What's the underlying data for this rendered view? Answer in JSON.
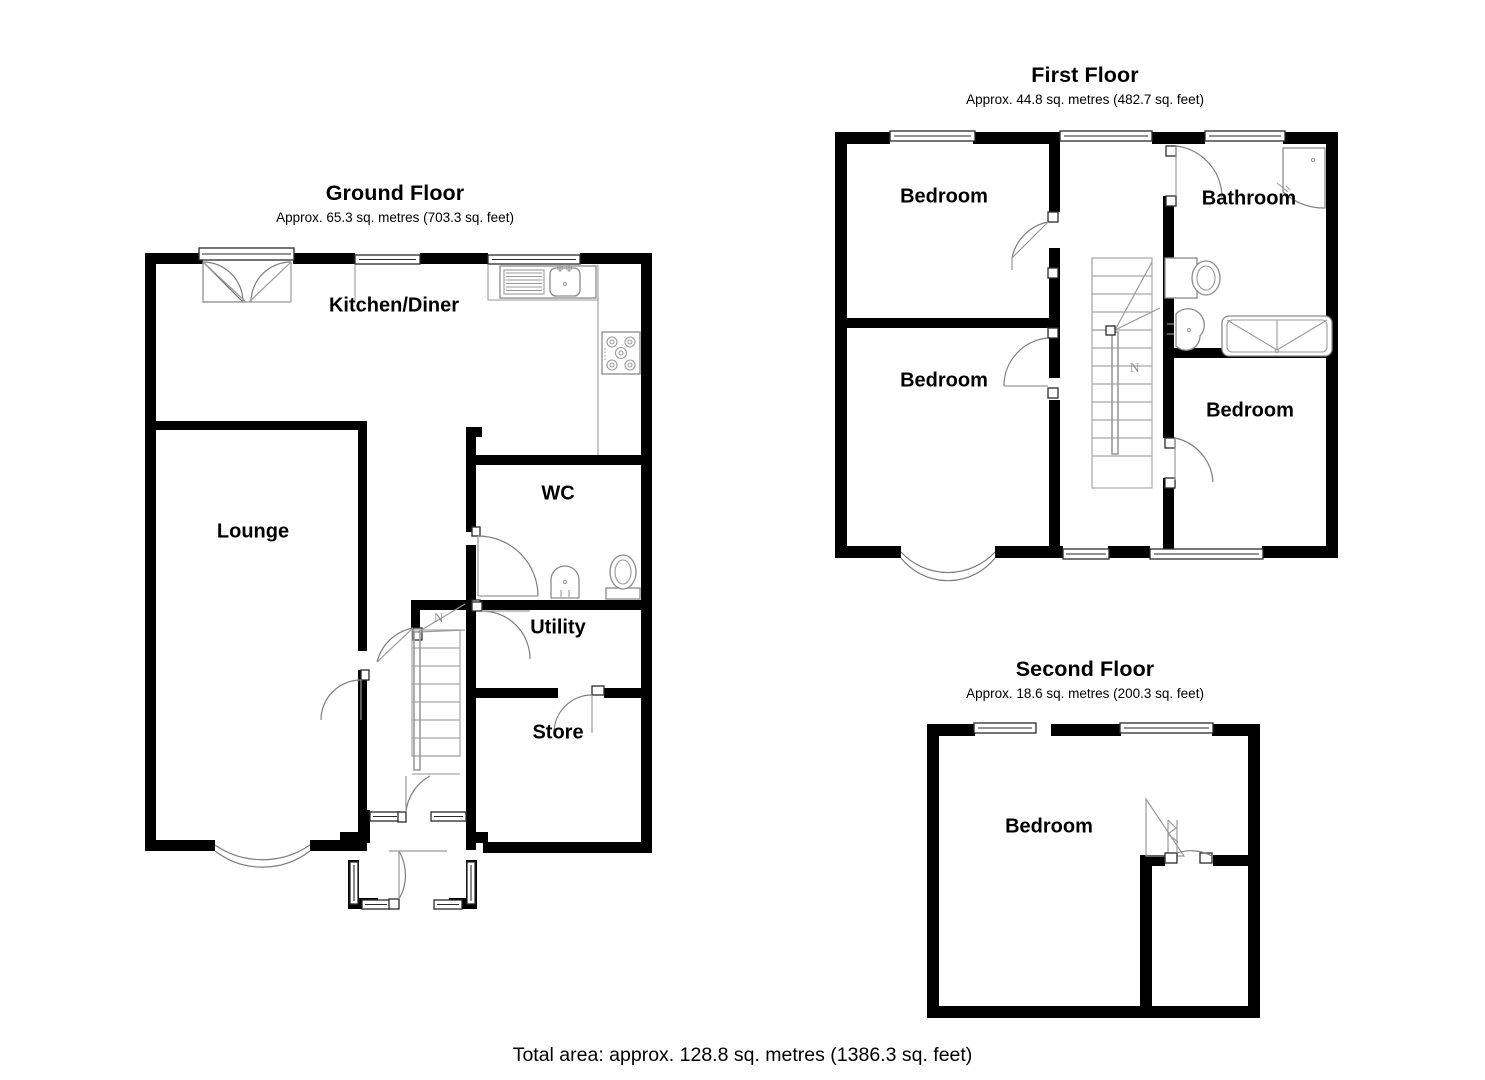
{
  "document": {
    "type": "floor-plan",
    "total_area": "Total area: approx. 128.8 sq. metres (1386.3 sq. feet)"
  },
  "floors": [
    {
      "id": "ground",
      "title": "Ground Floor",
      "subtitle": "Approx. 65.3 sq. metres (703.3 sq. feet)",
      "rooms": [
        {
          "name": "Kitchen/Diner",
          "label": "Kitchen/Diner"
        },
        {
          "name": "Lounge",
          "label": "Lounge"
        },
        {
          "name": "WC",
          "label": "WC"
        },
        {
          "name": "Utility",
          "label": "Utility"
        },
        {
          "name": "Store",
          "label": "Store"
        }
      ]
    },
    {
      "id": "first",
      "title": "First Floor",
      "subtitle": "Approx. 44.8 sq. metres (482.7 sq. feet)",
      "rooms": [
        {
          "name": "Bedroom",
          "label": "Bedroom"
        },
        {
          "name": "Bathroom",
          "label": "Bathroom"
        },
        {
          "name": "Bedroom",
          "label": "Bedroom"
        },
        {
          "name": "Bedroom",
          "label": "Bedroom"
        }
      ]
    },
    {
      "id": "second",
      "title": "Second Floor",
      "subtitle": "Approx. 18.6 sq. metres (200.3 sq. feet)",
      "rooms": [
        {
          "name": "Bedroom",
          "label": "Bedroom"
        }
      ]
    }
  ],
  "labels": {
    "ground": {
      "kitchen_diner": "Kitchen/Diner",
      "lounge": "Lounge",
      "wc": "WC",
      "utility": "Utility",
      "store": "Store"
    },
    "first": {
      "bedroom_1": "Bedroom",
      "bathroom": "Bathroom",
      "bedroom_2": "Bedroom",
      "bedroom_3": "Bedroom"
    },
    "second": {
      "bedroom_4": "Bedroom"
    }
  },
  "colors": {
    "wall": "#000000",
    "background": "#ffffff",
    "fixture_stroke": "#8a8a8a",
    "text": "#000000"
  },
  "fixtures": {
    "ground": [
      "sink-with-drainer",
      "hob",
      "wc-toilet",
      "wc-basin",
      "staircase",
      "bay-window",
      "front-door",
      "porch"
    ],
    "first": [
      "corner-shower",
      "toilet",
      "basin",
      "bath",
      "staircase"
    ],
    "second": [
      "staircase-bulkhead"
    ]
  }
}
